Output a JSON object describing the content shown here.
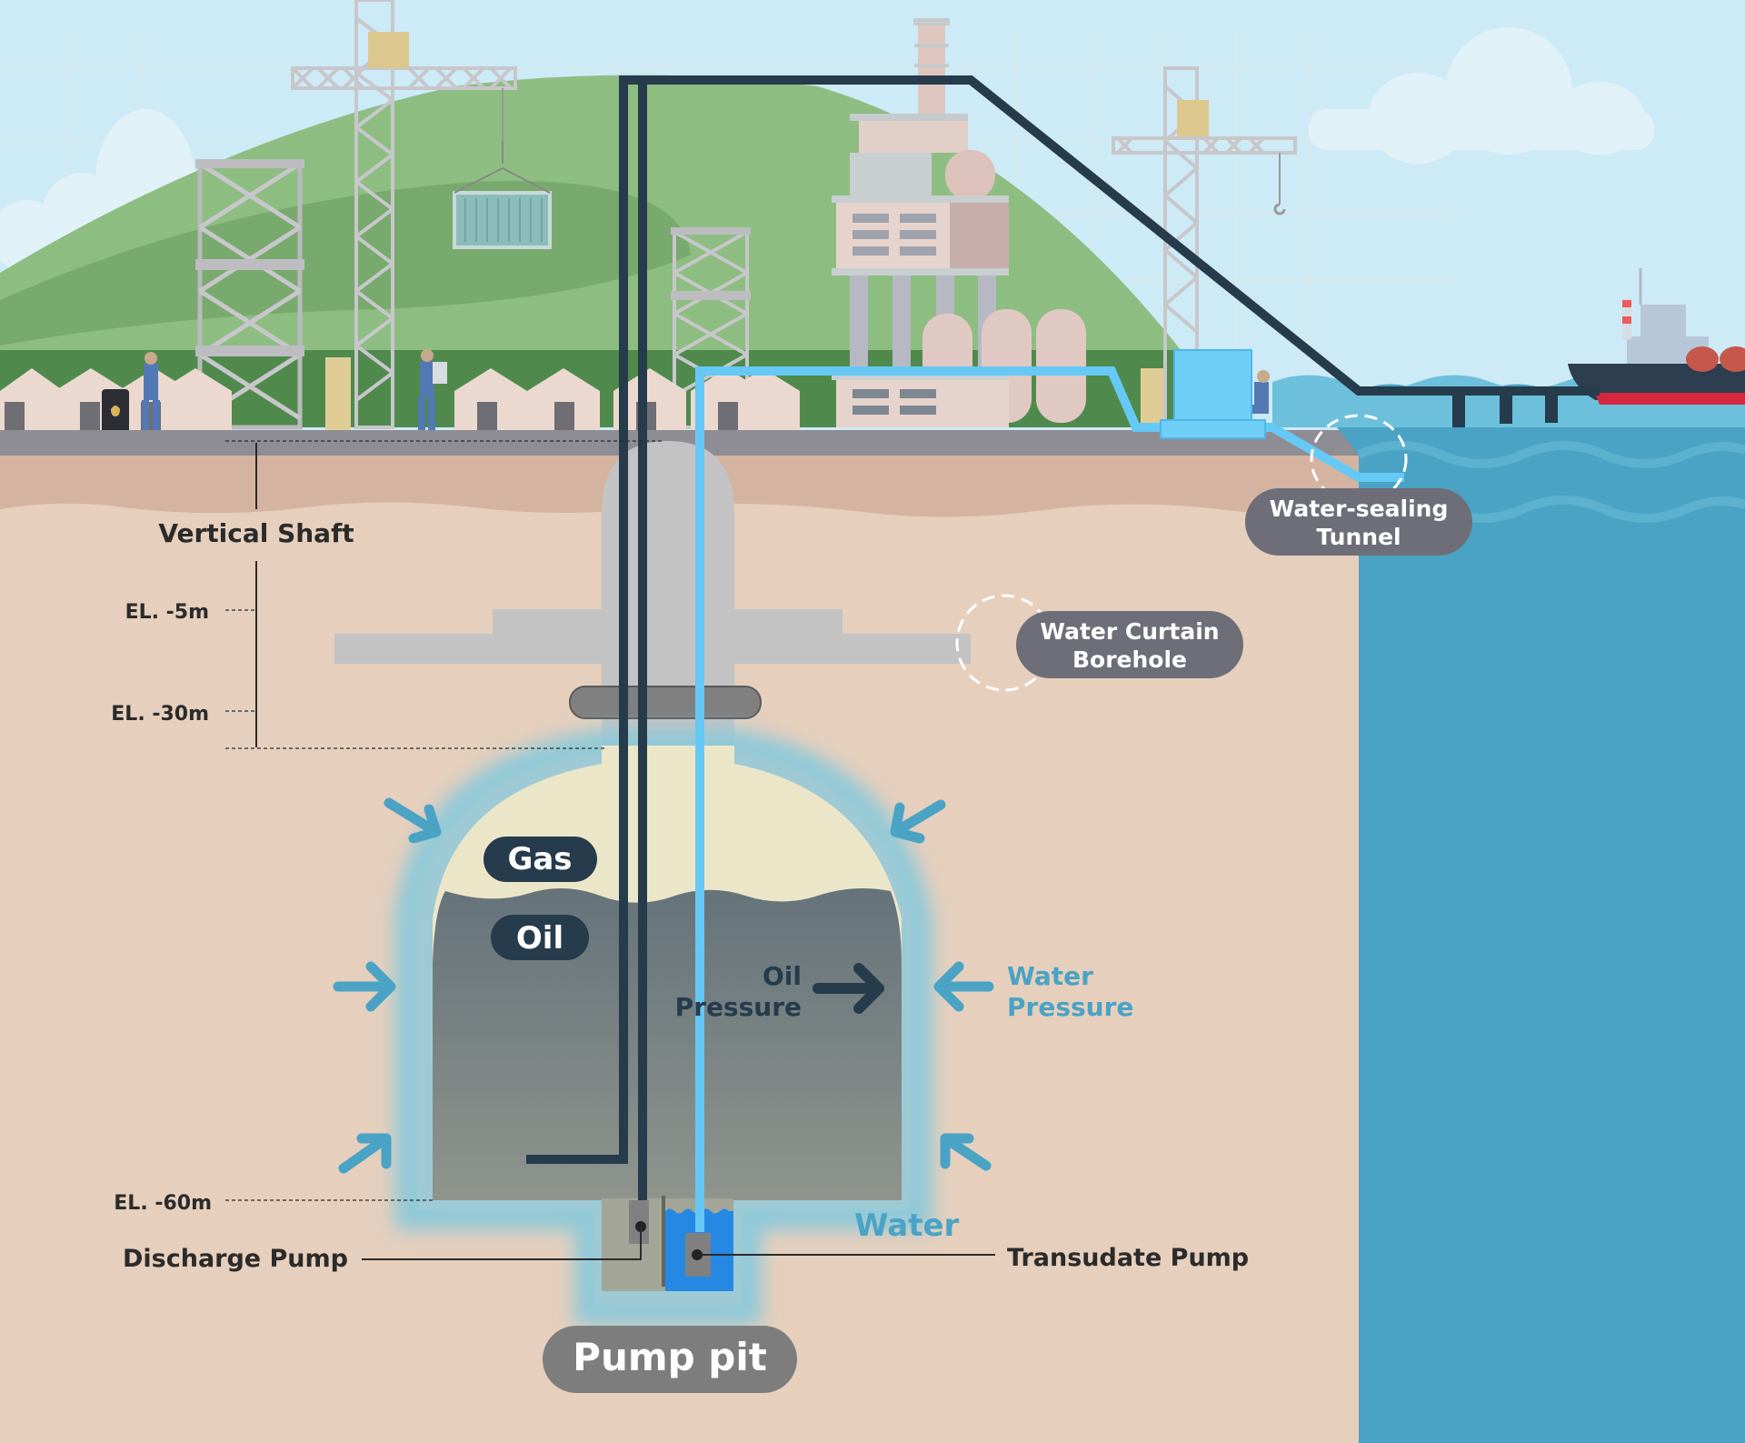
{
  "diagram": {
    "title": "Underground crude oil storage cavern cross-section",
    "labels": {
      "vertical_shaft": "Vertical Shaft",
      "el_5": "EL. -5m",
      "el_30": "EL. -30m",
      "el_60": "EL. -60m",
      "gas": "Gas",
      "oil": "Oil",
      "oil_pressure_line1": "Oil",
      "oil_pressure_line2": "Pressure",
      "water_pressure_line1": "Water",
      "water_pressure_line2": "Pressure",
      "water": "Water",
      "discharge_pump": "Discharge Pump",
      "transudate_pump": "Transudate Pump",
      "pump_pit": "Pump pit",
      "water_curtain_line1": "Water Curtain",
      "water_curtain_line2": "Borehole",
      "water_sealing_line1": "Water-sealing",
      "water_sealing_line2": "Tunnel"
    },
    "colors": {
      "sky": "#cdeaf7",
      "hill": "#86b87a",
      "hill_dark": "#4f8a4c",
      "ground_top": "#8e8d93",
      "soil_upper": "#d4b4a0",
      "soil": "#e7cfbd",
      "sea": "#4aa3c4",
      "pipe_navy": "#263b4b",
      "pipe_blue": "#1e8ef0",
      "water_pipe_light": "#66c8f5",
      "gas": "#ece6c9",
      "oil": "#6b767c",
      "glow": "#8fc9d8",
      "pill_grey": "#6e6e78",
      "pill_navy": "#263b4b",
      "arrow_blue": "#4aa3c4",
      "ship_red": "#d5283f"
    }
  }
}
